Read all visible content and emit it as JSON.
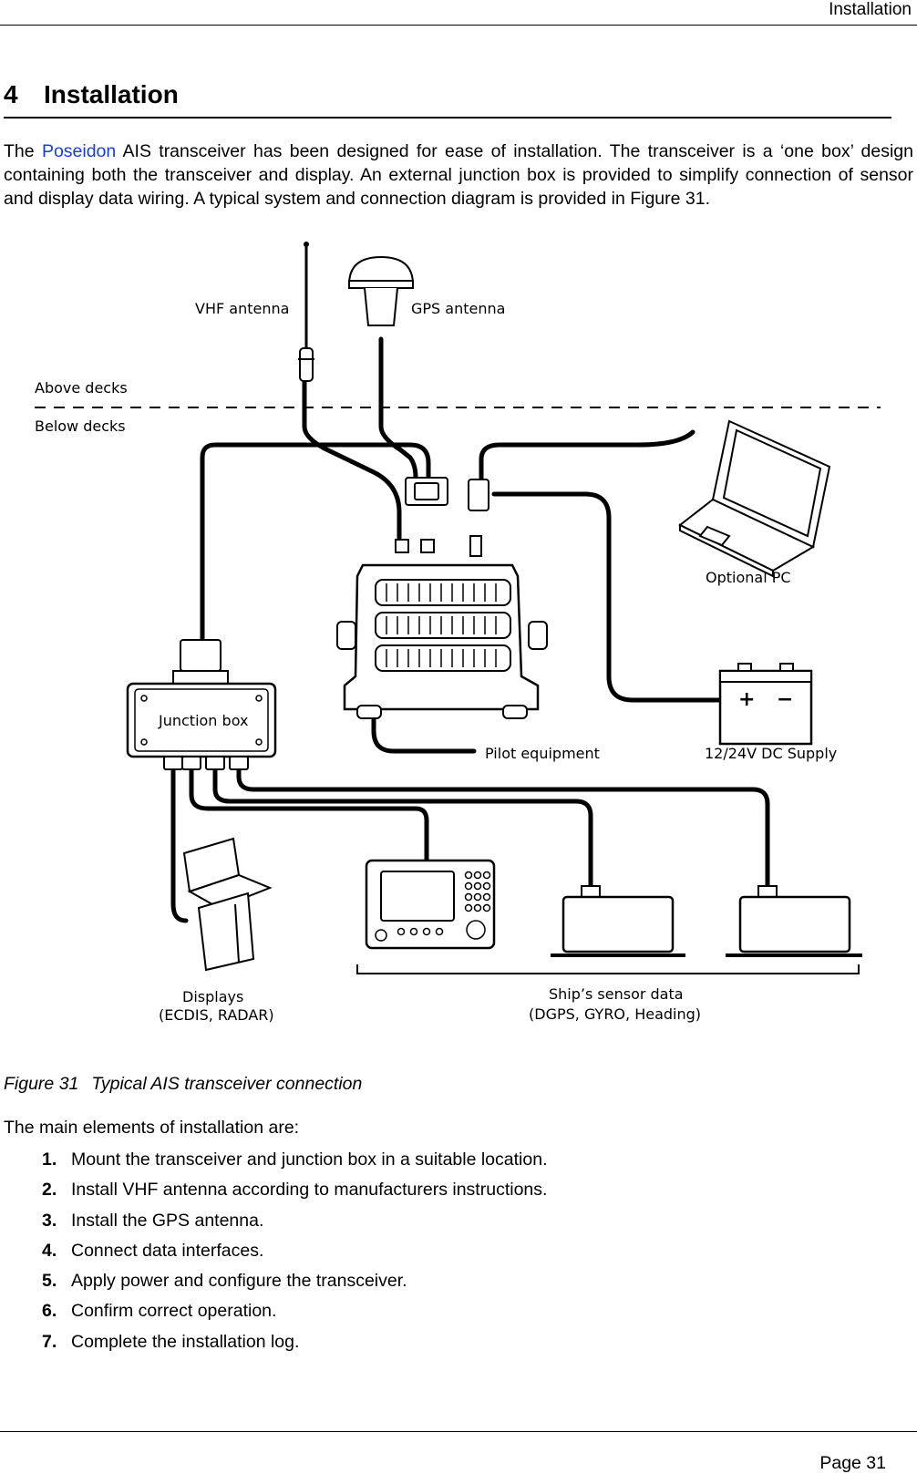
{
  "header": {
    "running_title": "Installation"
  },
  "section": {
    "number": "4",
    "title": "Installation",
    "intro_before_brand": "The ",
    "brand": "Poseidon",
    "intro_after_brand": " AIS transceiver has been designed for ease of installation. The transceiver is a ‘one box’ design containing both the transceiver and display. An external junction box is provided to simplify connection of sensor and display data wiring. A typical system and connection diagram is provided in Figure 31."
  },
  "figure": {
    "labels": {
      "vhf_antenna": "VHF antenna",
      "gps_antenna": "GPS antenna",
      "above_decks": "Above decks",
      "below_decks": "Below decks",
      "optional_pc": "Optional PC",
      "junction_box": "Junction box",
      "pilot_equipment": "Pilot equipment",
      "dc_supply": "12/24V DC Supply",
      "displays_line1": "Displays",
      "displays_line2": "(ECDIS, RADAR)",
      "sensor_line1": "Ship’s sensor data",
      "sensor_line2": "(DGPS, GYRO, Heading)",
      "battery_plus": "+",
      "battery_minus": "−"
    },
    "caption_number": "Figure 31",
    "caption_text": "Typical AIS transceiver connection"
  },
  "steps_intro": "The main elements of installation are:",
  "steps": [
    {
      "num": "1.",
      "text": "Mount the transceiver and junction box in a suitable location."
    },
    {
      "num": "2.",
      "text": "Install VHF antenna according to manufacturers instructions."
    },
    {
      "num": "3.",
      "text": "Install the GPS antenna."
    },
    {
      "num": "4.",
      "text": "Connect data interfaces."
    },
    {
      "num": "5.",
      "text": "Apply power and configure the transceiver."
    },
    {
      "num": "6.",
      "text": "Confirm correct operation."
    },
    {
      "num": "7.",
      "text": "Complete the installation log."
    }
  ],
  "footer": {
    "page_number": "Page 31"
  },
  "colors": {
    "brand_link": "#1a3fd0",
    "text": "#000000"
  }
}
